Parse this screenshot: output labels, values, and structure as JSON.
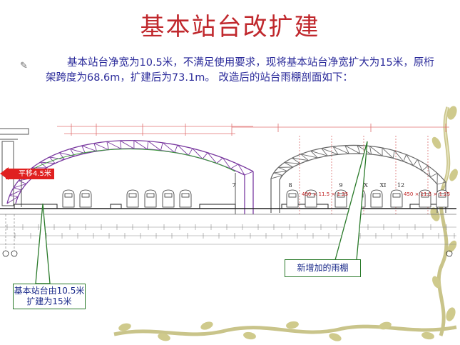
{
  "slide": {
    "title": "基本站台改扩建",
    "paragraph": "基本站台净宽为10.5米，不满足使用要求，现将基本站台净宽扩大为15米，原桁架跨度为68.6m，扩建后为73.1m。 改造后的站台雨棚剖面如下：",
    "callout_left": "基本站台由10.5米扩建为15米",
    "callout_right": "新增加的雨棚",
    "shift_label": "平移4.5米",
    "track_numbers": [
      "7",
      "8",
      "9",
      "X",
      "XI",
      "12"
    ],
    "dimension_notes": [
      "450 × 11.5 × 1.25",
      "450 × 11.5 × 1.25"
    ],
    "colors": {
      "title": "#c0282d",
      "text": "#2a2a9a",
      "truss_old": "#7a3aa0",
      "truss_new": "#6a6a6a",
      "callout_border": "#2a7a2a",
      "arrow": "#e02020"
    }
  }
}
